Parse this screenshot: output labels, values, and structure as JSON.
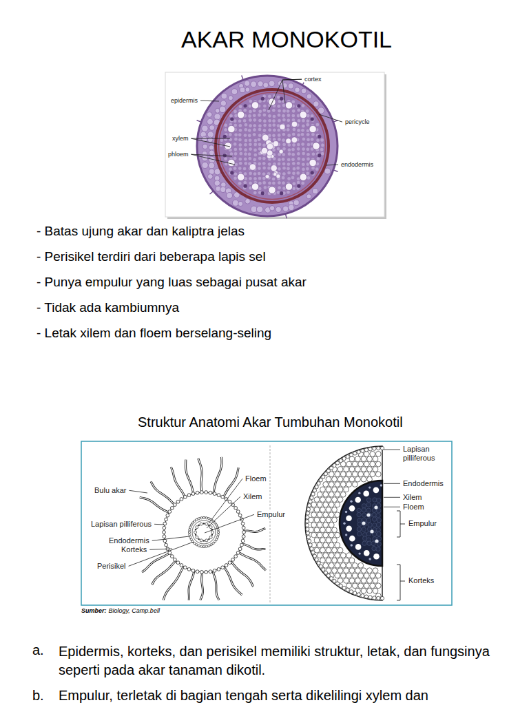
{
  "diagram": {
    "title": "AKAR MONOKOTIL",
    "labels": [
      "cortex",
      "epidermis",
      "pericycle",
      "xylem",
      "phloem",
      "endodermis",
      "- Batas ujung akar dan kaliptra jelas",
      "- Perisikel terdiri dari beberapa lapis sel",
      "- Punya empulur yang luas sebagai pusat akar",
      "- Tidak ada kambiumnya",
      "- Letak xilem dan floem berselang-seling",
      "Struktur Anatomi Akar Tumbuhan Monokotil",
      "Bulu akar",
      "Lapisan pilliferous",
      "Endodermis",
      "Korteks",
      "Perisikel",
      "Floem",
      "Xilem",
      "Empulur",
      "Lapisan pilliferous",
      "Endodermis",
      "Xilem",
      "Floem",
      "Empulur",
      "Korteks",
      "Sumber:",
      "Biology, Camp.bell",
      "a.",
      "Epidermis, korteks, dan perisikel memiliki struktur, letak, dan fungsinya seperti pada akar tanaman dikotil.",
      "b.",
      "Empulur, terletak di bagian tengah serta dikelilingi xylem dan"
    ]
  }
}
